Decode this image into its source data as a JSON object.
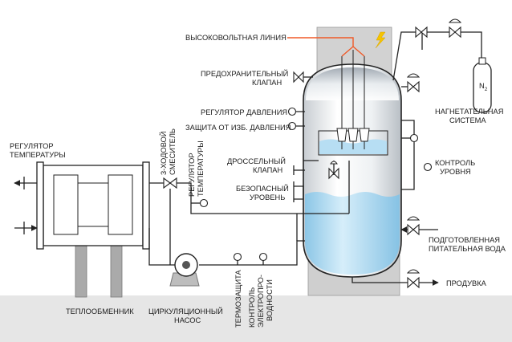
{
  "labels": {
    "high_voltage_line": "ВЫСОКОВОЛЬТНАЯ ЛИНИЯ",
    "safety_valve_1": "ПРЕДОХРАНИТЕЛЬНЫЙ",
    "safety_valve_2": "КЛАПАН",
    "pressure_regulator": "РЕГУЛЯТОР ДАВЛЕНИЯ",
    "overpressure_protection": "ЗАЩИТА ОТ ИЗБ. ДАВЛЕНИЯ",
    "throttle_valve_1": "ДРОССЕЛЬНЫЙ",
    "throttle_valve_2": "КЛАПАН",
    "safe_level_1": "БЕЗОПАСНЫЙ",
    "safe_level_2": "УРОВЕНЬ",
    "temp_regulator_left_1": "РЕГУЛЯТОР",
    "temp_regulator_left_2": "ТЕМПЕРАТУРЫ",
    "mixer_1": "3-ХОДОВОЙ",
    "mixer_2": "СМЕСИТЕЛЬ",
    "temp_regulator_mid_1": "РЕГУЛЯТОР",
    "temp_regulator_mid_2": "ТЕМПЕРАТУРЫ",
    "pressurization_1": "НАГНЕТАТЕЛЬНАЯ",
    "pressurization_2": "СИСТЕМА",
    "nitrogen": "N",
    "nitrogen_sub": "2",
    "level_control_1": "КОНТРОЛЬ",
    "level_control_2": "УРОВНЯ",
    "feed_water_1": "ПОДГОТОВЛЕННАЯ",
    "feed_water_2": "ПИТАТЕЛЬНАЯ ВОДА",
    "blowdown": "ПРОДУВКА",
    "heat_exchanger": "ТЕПЛООБМЕННИК",
    "circ_pump_1": "ЦИРКУЛЯЦИОННЫЙ",
    "circ_pump_2": "НАСОС",
    "thermal_protection": "ТЕРМОЗАЩИТА",
    "conductivity_1": "КОНТРОЛЬ",
    "conductivity_2": "ЭЛЕКТРОПРО-",
    "conductivity_3": "ВОДНОСТИ"
  },
  "colors": {
    "water": "#a9d6ef",
    "water_dark": "#6fb3dc",
    "ground": "#e6e6e6",
    "concrete": "#cfcfcf",
    "hv_line": "#f05a28",
    "lightning": "#f5c400",
    "line": "#222222"
  }
}
